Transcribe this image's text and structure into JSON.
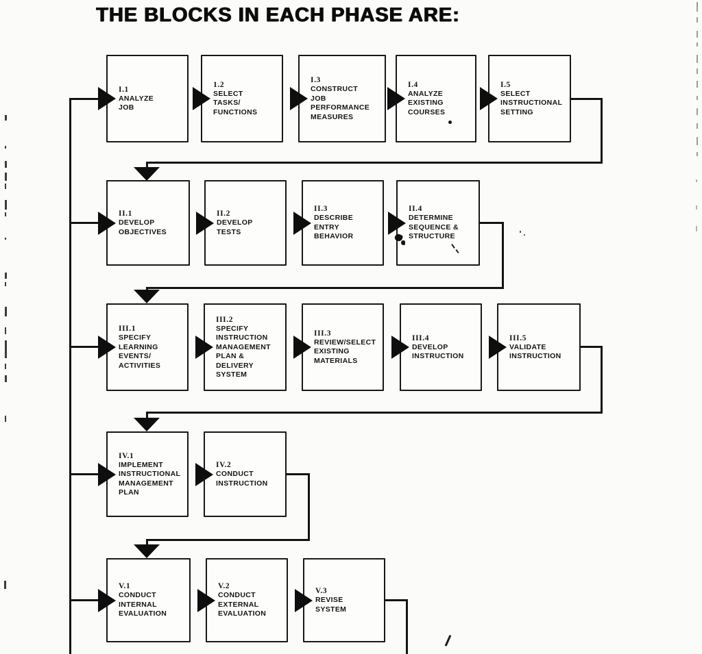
{
  "title": "THE BLOCKS IN EACH PHASE ARE:",
  "phases": [
    {
      "phase": "I",
      "blocks": [
        {
          "id": "I.1",
          "name": "ANALYZE\nJOB"
        },
        {
          "id": "1.2",
          "name": "SELECT\nTASKS/\nFUNCTIONS"
        },
        {
          "id": "I.3",
          "name": "CONSTRUCT\nJOB\nPERFORMANCE\nMEASURES"
        },
        {
          "id": "I.4",
          "name": "ANALYZE\nEXISTING\nCOURSES"
        },
        {
          "id": "I.5",
          "name": "SELECT\nINSTRUCTIONAL\nSETTING"
        }
      ]
    },
    {
      "phase": "II",
      "blocks": [
        {
          "id": "II.1",
          "name": "DEVELOP\nOBJECTIVES"
        },
        {
          "id": "II.2",
          "name": "DEVELOP\nTESTS"
        },
        {
          "id": "II.3",
          "name": "DESCRIBE\nENTRY\nBEHAVIOR"
        },
        {
          "id": "II.4",
          "name": "DETERMINE\nSEQUENCE &\nSTRUCTURE"
        }
      ]
    },
    {
      "phase": "III",
      "blocks": [
        {
          "id": "III.1",
          "name": "SPECIFY\nLEARNING\nEVENTS/\nACTIVITIES"
        },
        {
          "id": "III.2",
          "name": "SPECIFY\nINSTRUCTION\nMANAGEMENT\nPLAN &\nDELIVERY\nSYSTEM"
        },
        {
          "id": "III.3",
          "name": "REVIEW/SELECT\nEXISTING\nMATERIALS"
        },
        {
          "id": "III.4",
          "name": "DEVELOP\nINSTRUCTION"
        },
        {
          "id": "III.5",
          "name": "VALIDATE\nINSTRUCTION"
        }
      ]
    },
    {
      "phase": "IV",
      "blocks": [
        {
          "id": "IV.1",
          "name": "IMPLEMENT\nINSTRUCTIONAL\nMANAGEMENT\nPLAN"
        },
        {
          "id": "IV.2",
          "name": "CONDUCT\nINSTRUCTION"
        }
      ]
    },
    {
      "phase": "V",
      "blocks": [
        {
          "id": "V.1",
          "name": "CONDUCT\nINTERNAL\nEVALUATION"
        },
        {
          "id": "V.2",
          "name": "CONDUCT\nEXTERNAL\nEVALUATION"
        },
        {
          "id": "V.3",
          "name": "REVISE\nSYSTEM"
        }
      ]
    }
  ]
}
